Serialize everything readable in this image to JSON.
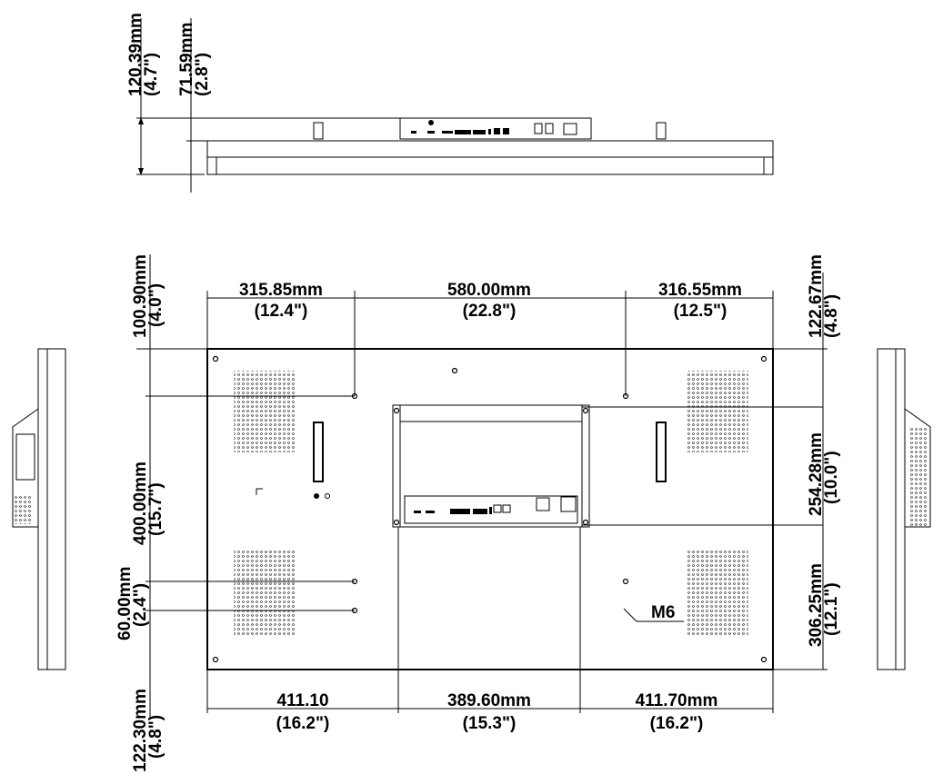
{
  "top_view": {
    "depth_total_mm": "120.39mm",
    "depth_total_in": "(4.7\")",
    "depth_panel_mm": "71.59mm",
    "depth_panel_in": "(2.8\")"
  },
  "back_view": {
    "top_dims": [
      {
        "mm": "315.85mm",
        "in": "(12.4\")"
      },
      {
        "mm": "580.00mm",
        "in": "(22.8\")"
      },
      {
        "mm": "316.55mm",
        "in": "(12.5\")"
      }
    ],
    "bottom_dims": [
      {
        "mm": "411.10",
        "in": "(16.2\")"
      },
      {
        "mm": "389.60mm",
        "in": "(15.3\")"
      },
      {
        "mm": "411.70mm",
        "in": "(16.2\")"
      }
    ],
    "left_dims": [
      {
        "mm": "100.90mm",
        "in": "(4.0\")"
      },
      {
        "mm": "400.00mm",
        "in": "(15.7\")"
      },
      {
        "mm": "60.00mm",
        "in": "(2.4\")"
      },
      {
        "mm": "122.30mm",
        "in": "(4.8\")"
      }
    ],
    "right_dims": [
      {
        "mm": "122.67mm",
        "in": "(4.8\")"
      },
      {
        "mm": "254.28mm",
        "in": "(10.0\")"
      },
      {
        "mm": "306.25mm",
        "in": "(12.1\")"
      }
    ],
    "screw_label": "M6"
  }
}
